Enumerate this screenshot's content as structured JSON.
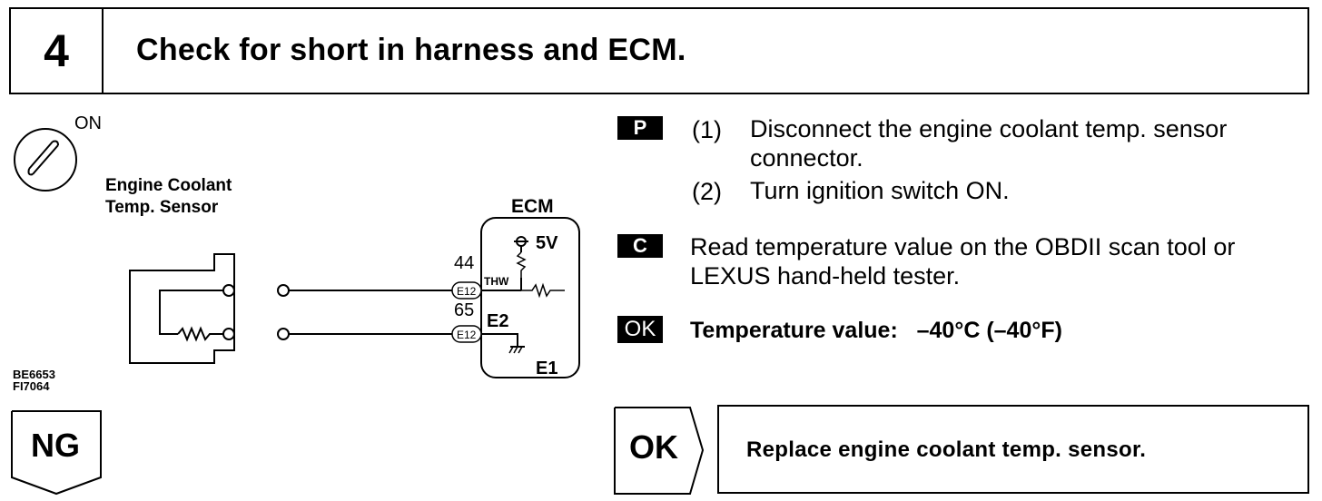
{
  "header": {
    "step_number": "4",
    "title": "Check for short in harness and ECM."
  },
  "diagram": {
    "ignition_label": "ON",
    "sensor_label_line1": "Engine Coolant",
    "sensor_label_line2": "Temp. Sensor",
    "ecm_label": "ECM",
    "voltage_label": "5V",
    "pin_44": "44",
    "pin_65": "65",
    "connector_e12_top": "E12",
    "connector_e12_bottom": "E12",
    "thw_label": "THW",
    "e2_label": "E2",
    "e1_label": "E1",
    "ref_code_1": "BE6653",
    "ref_code_2": "FI7064"
  },
  "ng_tab": {
    "label": "NG"
  },
  "procedure": {
    "prep_badge": "P",
    "step1_num": "(1)",
    "step1_line1": "Disconnect the engine coolant temp. sensor",
    "step1_line2": "connector.",
    "step2_num": "(2)",
    "step2_text": "Turn ignition switch ON.",
    "check_badge": "C",
    "check_line1": "Read temperature value on the OBDII scan tool or",
    "check_line2": "LEXUS hand-held tester.",
    "ok_badge": "OK",
    "ok_text": "Temperature value:   –40°C (–40°F)"
  },
  "ok_result": {
    "tab_label": "OK",
    "action_text": "Replace engine coolant temp. sensor."
  }
}
